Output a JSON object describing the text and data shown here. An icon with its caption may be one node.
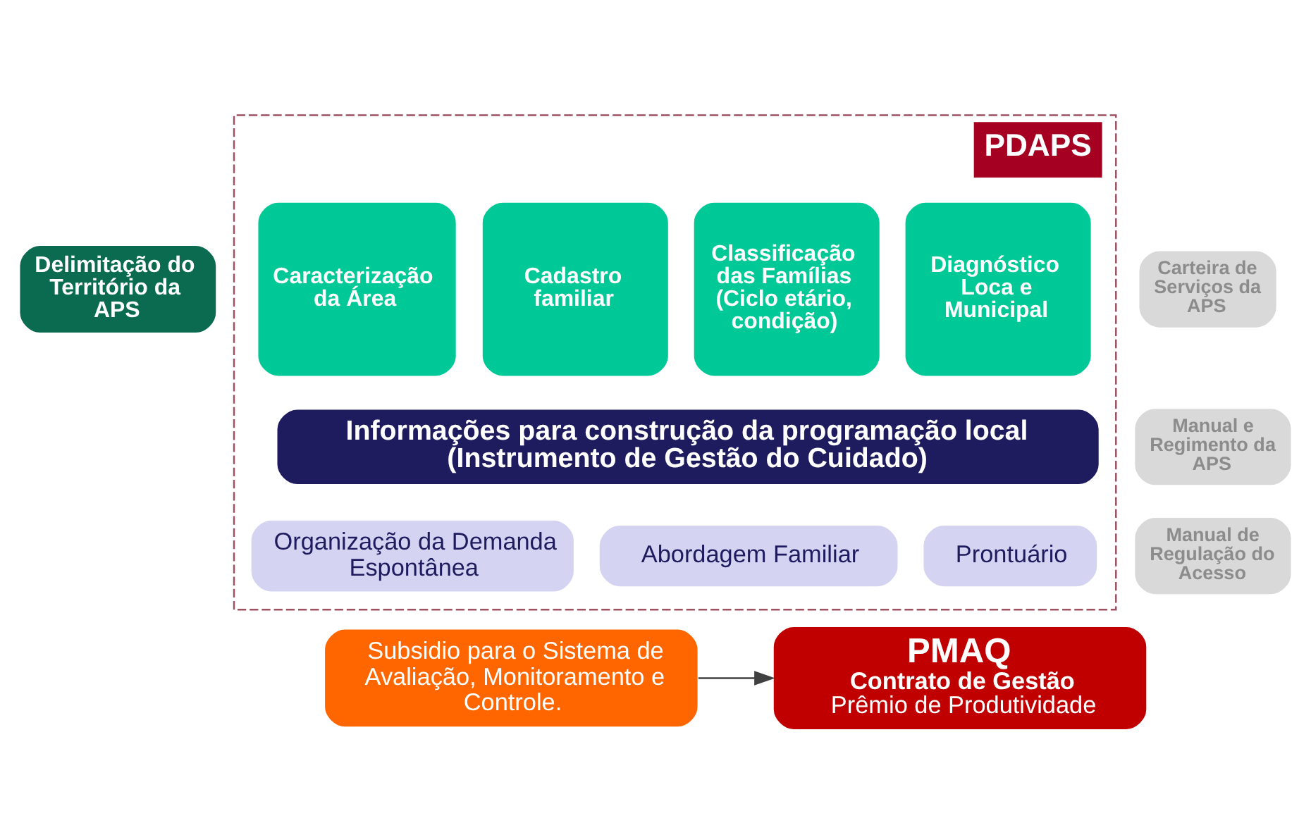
{
  "diagram": {
    "nodes": [
      {
        "text": [
          "Delimitação do Território da APS"
        ]
      },
      {
        "text": [
          "PDAPS"
        ]
      },
      {
        "text": [
          "Caracterização da Área"
        ],
        "in": 1
      },
      {
        "text": [
          "Cadastro familiar"
        ],
        "in": 1
      },
      {
        "text": [
          "Classificação das Famílias (Ciclo etário, condição)"
        ],
        "in": 1
      },
      {
        "text": [
          "Diagnóstico Loca e Municipal"
        ],
        "in": 1
      },
      {
        "text": [
          "Informações para construção da programação local (Instrumento de Gestão do Cuidado)"
        ],
        "in": 1
      },
      {
        "text": [
          "Organização da Demanda Espontânea"
        ],
        "in": 1
      },
      {
        "text": [
          "Abordagem Familiar"
        ],
        "in": 1
      },
      {
        "text": [
          "Prontuário"
        ],
        "in": 1
      },
      {
        "text": [
          "Carteira de Serviços da APS"
        ]
      },
      {
        "text": [
          "Manual e Regimento da APS"
        ]
      },
      {
        "text": [
          "Manual de Regulação do Acesso"
        ]
      },
      {
        "text": [
          "Subsidio para o Sistema de Avaliação, Monitoramento e Controle."
        ]
      },
      {
        "text": [
          "PMAQ",
          "Contrato de Gestão",
          "Prêmio de Produtividade"
        ]
      }
    ],
    "edges": [
      {
        "from": 13,
        "to": 14,
        "arrow": "to"
      }
    ]
  }
}
